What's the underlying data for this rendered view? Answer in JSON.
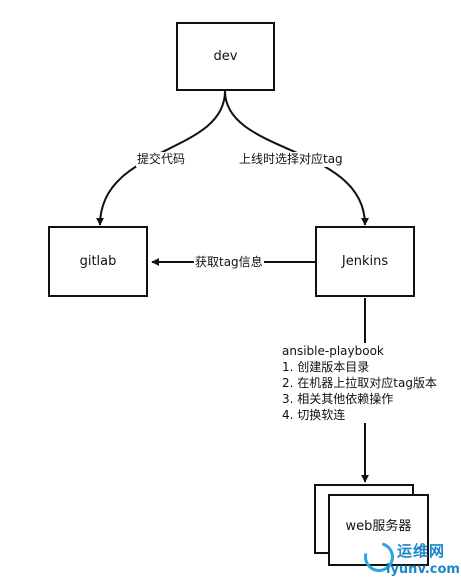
{
  "nodes": {
    "dev": "dev",
    "gitlab": "gitlab",
    "jenkins": "Jenkins",
    "webserver": "web服务器"
  },
  "edges": {
    "commit": "提交代码",
    "select_tag": "上线时选择对应tag",
    "fetch_tag": "获取tag信息"
  },
  "ansible": {
    "title": "ansible-playbook",
    "steps": [
      "1. 创建版本目录",
      "2. 在机器上拉取对应tag版本",
      "3. 相关其他依赖操作",
      "4. 切换软连"
    ]
  },
  "watermark": {
    "title": "运维网",
    "url": "iyunv.com"
  },
  "colors": {
    "line": "#111111",
    "watermark": "#1b86c9"
  }
}
